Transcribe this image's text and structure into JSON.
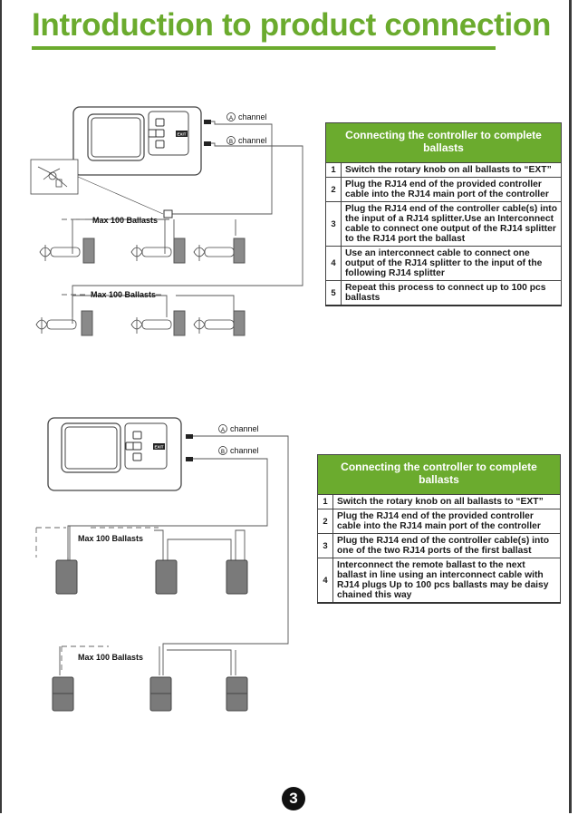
{
  "title": "Introduction to product connection",
  "diagram1": {
    "channel_a": "channel",
    "channel_b": "channel",
    "marker_a": "A",
    "marker_b": "B",
    "group_label_1": "Max 100 Ballasts",
    "group_label_2": "Max 100 Ballasts",
    "exit_label": "EXIT"
  },
  "table1": {
    "header": "Connecting the controller to complete ballasts",
    "rows": [
      {
        "n": "1",
        "text": "Switch the rotary knob on all ballasts to “EXT”"
      },
      {
        "n": "2",
        "text": "Plug the RJ14 end of the provided controller cable into the RJ14 main port of the controller"
      },
      {
        "n": "3",
        "text": "Plug the RJ14 end of the controller cable(s)  into the input of a RJ14 splitter.Use an Interconnect cable to connect one output of the RJ14 splitter to the RJ14 port the ballast"
      },
      {
        "n": "4",
        "text": "Use an interconnect cable to connect one output of the RJ14 splitter to the input of the following RJ14 splitter"
      },
      {
        "n": "5",
        "text": "Repeat this process to connect up to 100 pcs ballasts"
      }
    ]
  },
  "diagram2": {
    "channel_a": "channel",
    "channel_b": "channel",
    "marker_a": "A",
    "marker_b": "B",
    "group_label_1": "Max 100 Ballasts",
    "group_label_2": "Max 100 Ballasts",
    "exit_label": "EXIT"
  },
  "table2": {
    "header": "Connecting the controller to complete ballasts",
    "rows": [
      {
        "n": "1",
        "text": "Switch the rotary knob on all ballasts to “EXT”"
      },
      {
        "n": "2",
        "text": "Plug the RJ14 end of the provided controller cable into the RJ14 main port of the controller"
      },
      {
        "n": "3",
        "text": "Plug the RJ14 end of the controller cable(s) into one of the two RJ14 ports of the first ballast"
      },
      {
        "n": "4",
        "text": "Interconnect the remote ballast to the next ballast in line using an interconnect cable with RJ14 plugs Up to 100 pcs ballasts may be daisy chained this way"
      }
    ]
  },
  "page_number": "3",
  "colors": {
    "accent": "#6bab2e",
    "ballast_grey": "#8a8a8a",
    "line": "#555555"
  },
  "icons": [
    "controller-icon",
    "splitter-icon",
    "lamp-icon",
    "ballast-icon",
    "page-number-badge"
  ]
}
